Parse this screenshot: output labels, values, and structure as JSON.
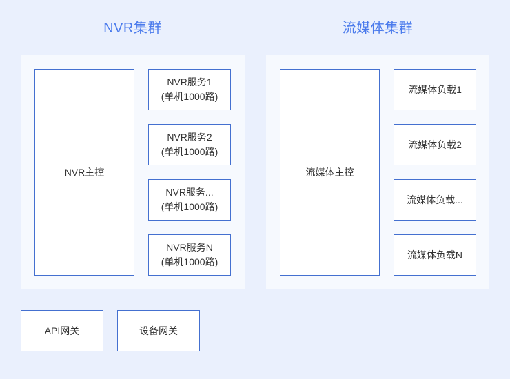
{
  "theme": {
    "page_background": "#eaf0fd",
    "panel_background": "#f6f9fe",
    "box_background": "#ffffff",
    "box_border": "#4470d0",
    "title_color": "#4a7aec",
    "text_color": "#333333"
  },
  "clusters": [
    {
      "title": "NVR集群",
      "master": {
        "label": "NVR主控"
      },
      "nodes": [
        {
          "line1": "NVR服务1",
          "line2": "(单机1000路)"
        },
        {
          "line1": "NVR服务2",
          "line2": "(单机1000路)"
        },
        {
          "line1": "NVR服务...",
          "line2": "(单机1000路)"
        },
        {
          "line1": "NVR服务N",
          "line2": "(单机1000路)"
        }
      ]
    },
    {
      "title": "流媒体集群",
      "master": {
        "label": "流媒体主控"
      },
      "nodes": [
        {
          "line1": "流媒体负载1",
          "line2": ""
        },
        {
          "line1": "流媒体负载2",
          "line2": ""
        },
        {
          "line1": "流媒体负载...",
          "line2": ""
        },
        {
          "line1": "流媒体负载N",
          "line2": ""
        }
      ]
    }
  ],
  "gateways": [
    {
      "label": "API网关"
    },
    {
      "label": "设备网关"
    }
  ]
}
